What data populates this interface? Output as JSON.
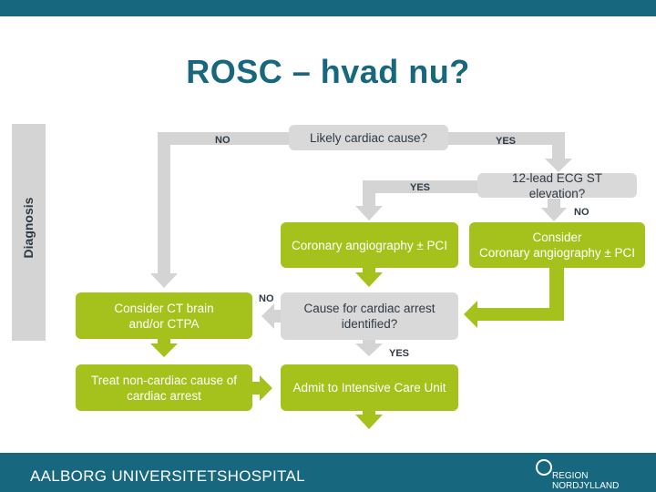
{
  "slide": {
    "title": "ROSC – hvad nu?",
    "side_label": "Diagnosis"
  },
  "flowchart": {
    "nodes": {
      "likely_cardiac": "Likely cardiac cause?",
      "ecg_st": "12-lead ECG ST elevation?",
      "coronary": "Coronary angiography ± PCI",
      "consider_coronary": "Consider\nCoronary angiography ± PCI",
      "cause_identified": "Cause for cardiac arrest\nidentified?",
      "consider_ct": "Consider CT brain\nand/or CTPA",
      "treat_noncardiac": "Treat non-cardiac cause of\ncardiac arrest",
      "admit_icu": "Admit to Intensive Care Unit"
    },
    "edge_labels": {
      "no_top": "NO",
      "yes_top": "YES",
      "yes_mid": "YES",
      "no_ecg": "NO",
      "no_cause": "NO",
      "yes_cause": "YES"
    }
  },
  "footer": {
    "left_text": "AALBORG UNIVERSITETSHOSPITAL",
    "right_text": "REGION NORDJYLLAND"
  },
  "colors": {
    "brand": "#17687f",
    "green": "#a4c21b",
    "gray": "#d9d9d9"
  }
}
